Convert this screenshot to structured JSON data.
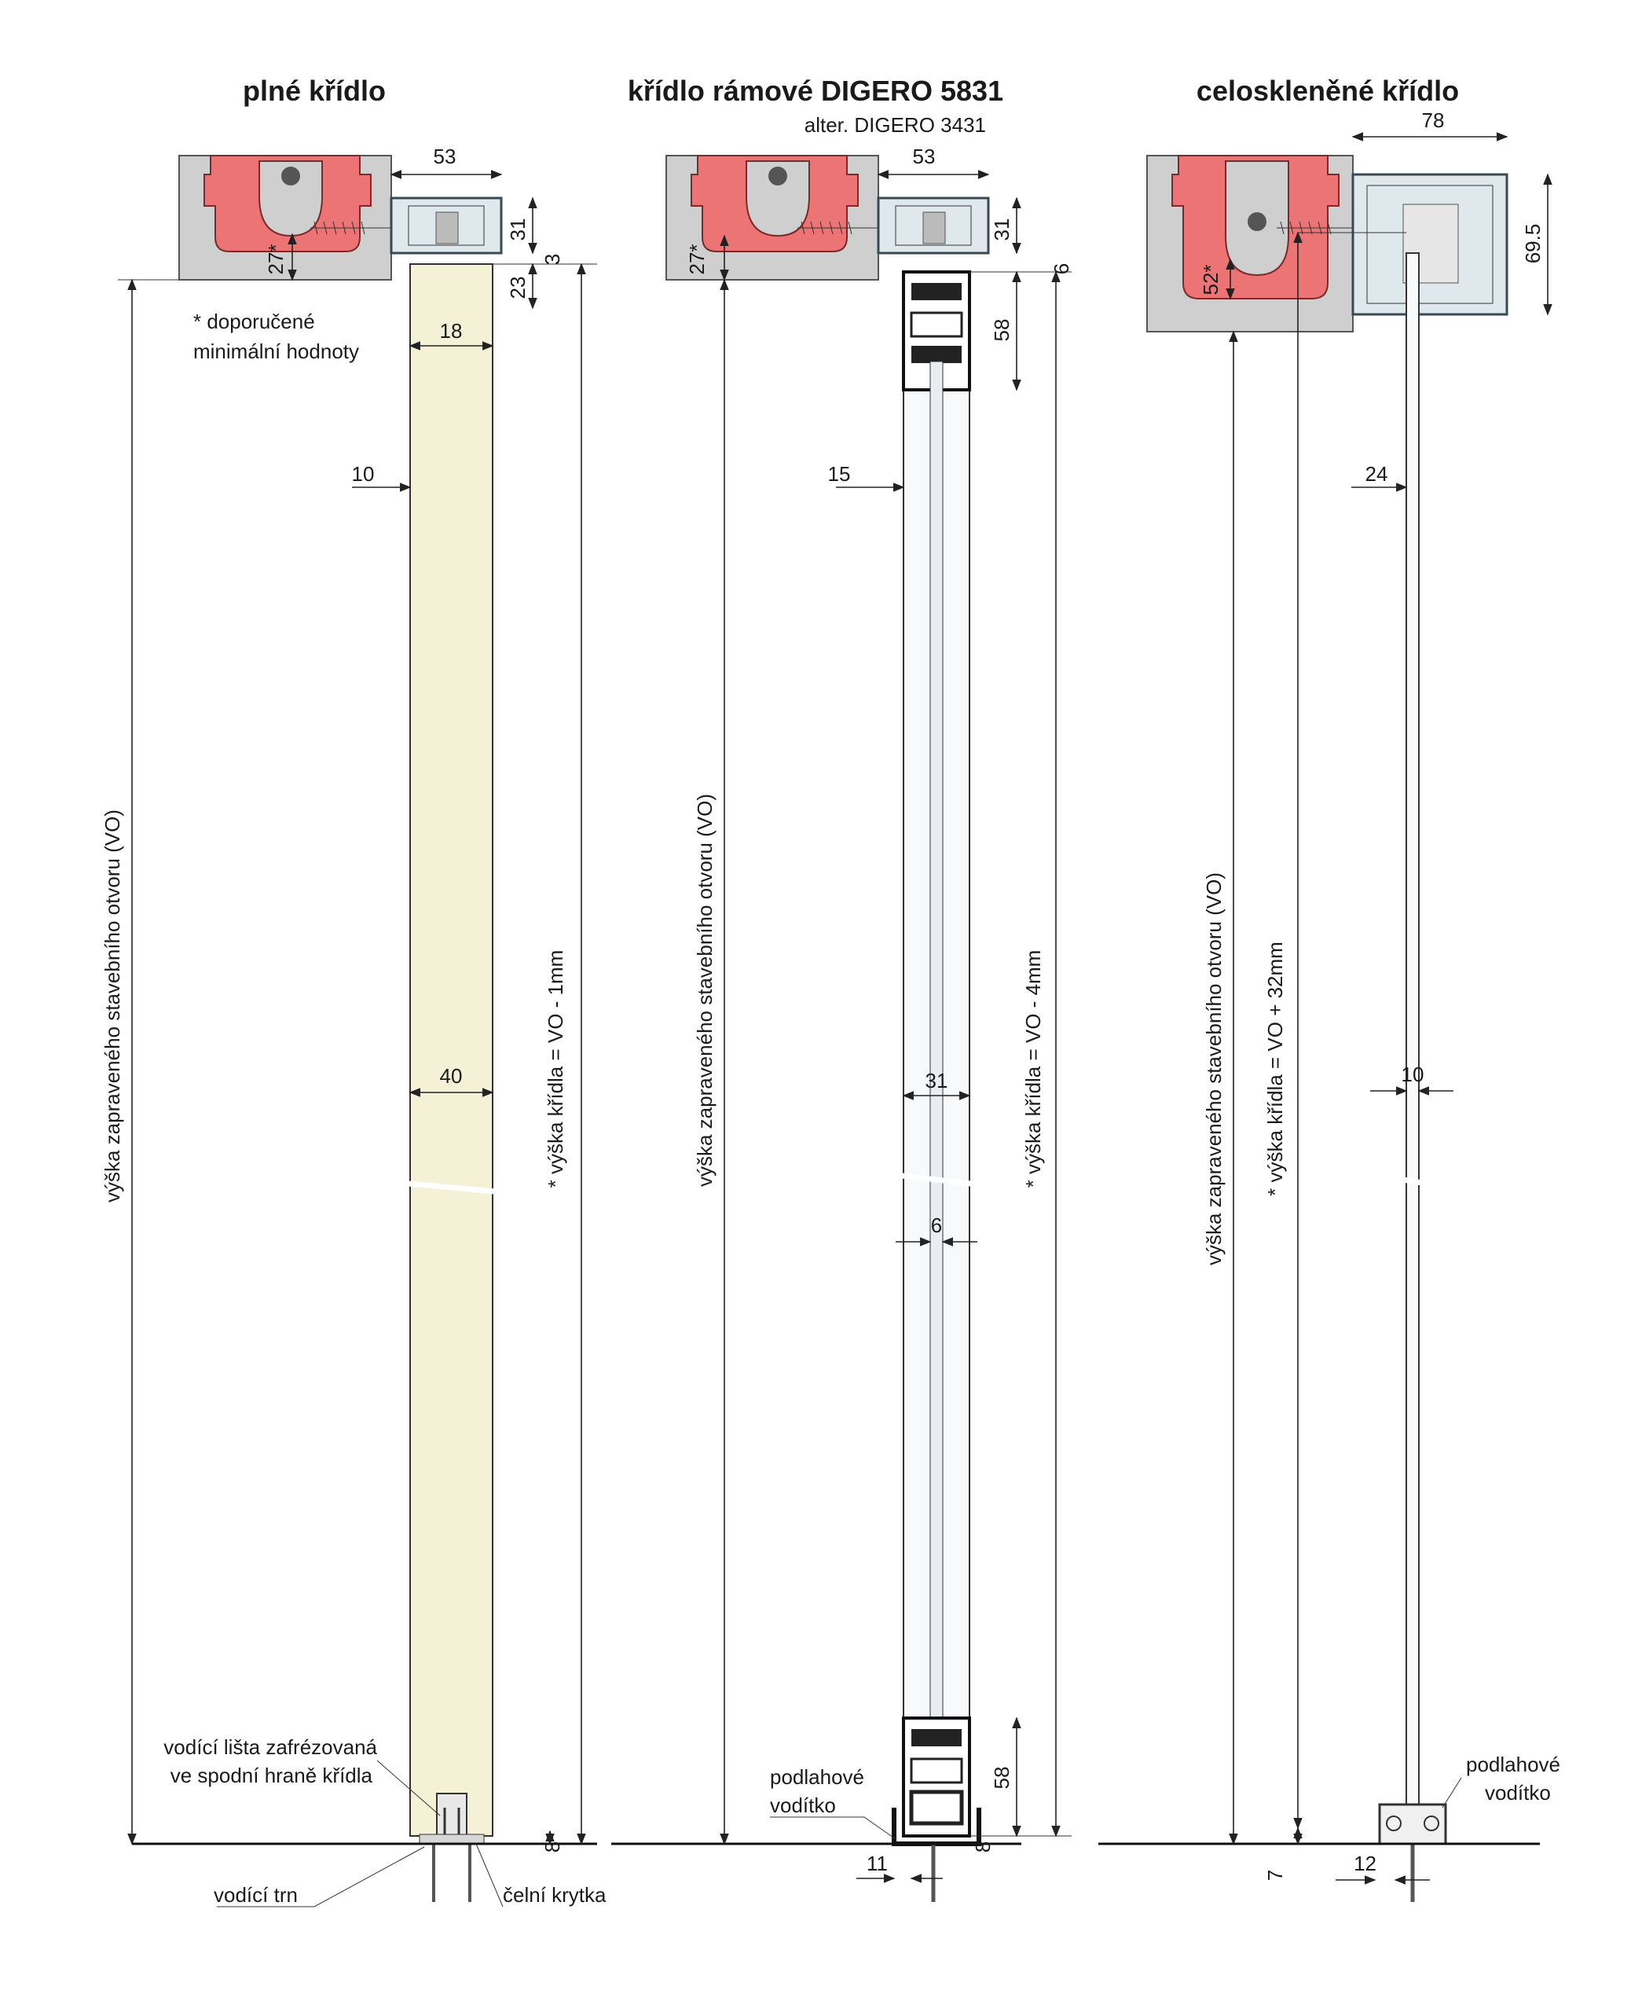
{
  "titles": {
    "left": "plné křídlo",
    "middle": "křídlo rámové DIGERO 5831",
    "middle_sub": "alter. DIGERO 3431",
    "right": "celoskleněné křídlo"
  },
  "left": {
    "note_line1": "* doporučené",
    "note_line2": "minimální hodnoty",
    "dim_53": "53",
    "dim_31": "31",
    "dim_3": "3",
    "dim_27": "27*",
    "dim_23": "23",
    "dim_18": "18",
    "dim_10": "10",
    "dim_40": "40",
    "dim_8": "8",
    "height_vo": "výška zapraveného stavebního otvoru (VO)",
    "height_wing": "* výška křídla = VO - 1mm",
    "guide_rail_line1": "vodící lišta zafrézovaná",
    "guide_rail_line2": "ve spodní hraně křídla",
    "guide_pin": "vodící trn",
    "front_cover": "čelní krytka"
  },
  "middle": {
    "dim_53": "53",
    "dim_31": "31",
    "dim_6_top": "6",
    "dim_27": "27*",
    "dim_58_top": "58",
    "dim_15": "15",
    "dim_31_mid": "31",
    "dim_6_mid": "6",
    "dim_58_bottom": "58",
    "dim_8": "8",
    "dim_11": "11",
    "height_vo": "výška zapraveného stavebního otvoru (VO)",
    "height_wing": "* výška křídla = VO - 4mm",
    "floor_guide_line1": "podlahové",
    "floor_guide_line2": "vodítko"
  },
  "right": {
    "dim_78": "78",
    "dim_69_5": "69.5",
    "dim_52": "52*",
    "dim_24": "24",
    "dim_10": "10",
    "dim_7": "7",
    "dim_12": "12",
    "height_vo": "výška zapraveného stavebního otvoru (VO)",
    "height_wing": "* výška křídla = VO + 32mm",
    "floor_guide_line1": "podlahové",
    "floor_guide_line2": "vodítko"
  }
}
